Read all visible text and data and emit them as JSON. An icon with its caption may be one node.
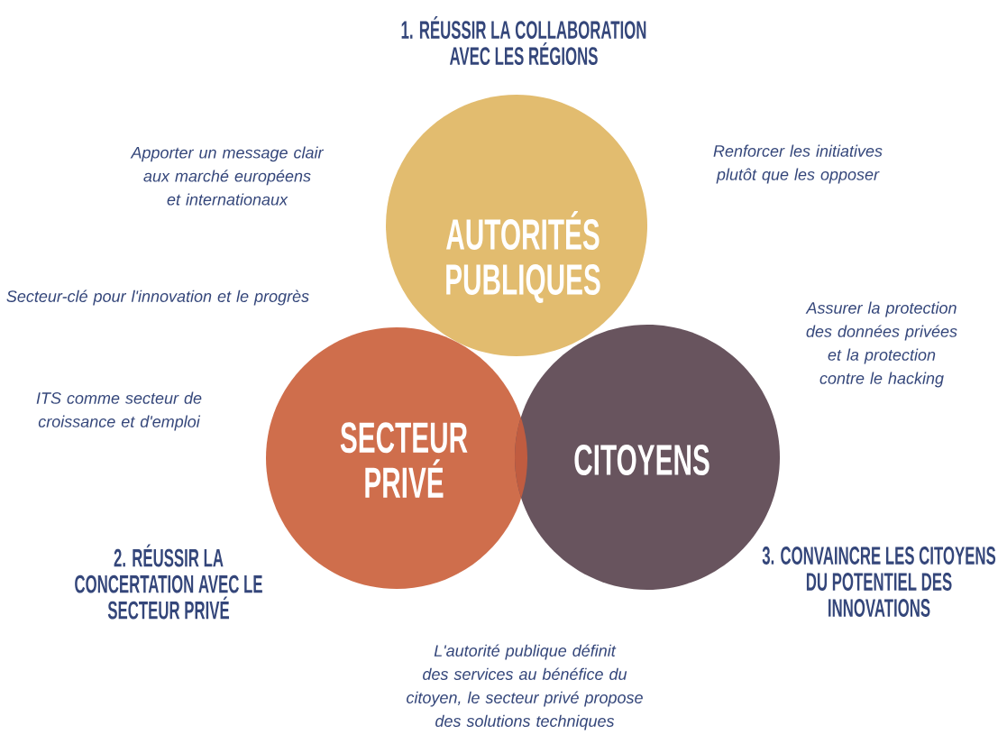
{
  "diagram": {
    "nodes": [
      {
        "text": [
          "AUTORITÉS PUBLIQUES"
        ]
      },
      {
        "text": [
          "SECTEUR PRIVÉ"
        ]
      },
      {
        "text": [
          "CITOYENS"
        ]
      }
    ],
    "labels": [
      "1. RÉUSSIR LA COLLABORATION AVEC LES RÉGIONS",
      "Apporter un message clair aux marché européens et internationaux",
      "Renforcer les initiatives plutôt que les opposer",
      "Secteur-clé pour l'innovation et le progrès",
      "Assurer la protection des données privées et la protection contre le hacking",
      "ITS comme secteur de croissance et d'emploi",
      "2. RÉUSSIR LA CONCERTATION AVEC LE SECTEUR PRIVÉ",
      "3. CONVAINCRE LES CITOYENS DU POTENTIEL DES INNOVATIONS",
      "L'autorité publique définit des services au bénéfice du citoyen, le secteur privé propose des solutions techniques"
    ]
  }
}
